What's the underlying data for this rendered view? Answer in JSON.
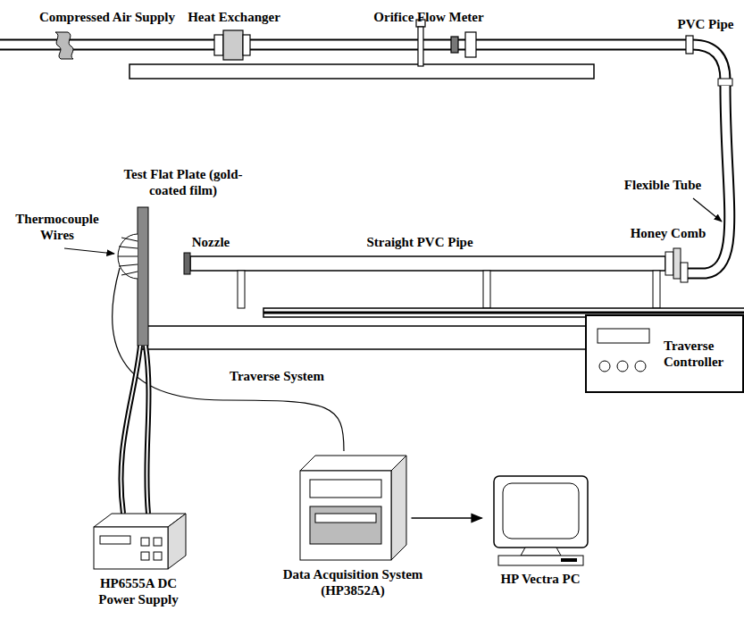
{
  "diagram": {
    "nodes": [
      {
        "text": [
          "Traverse Controller"
        ]
      },
      {
        "text": [
          "HP6555A DC Power Supply"
        ]
      },
      {
        "text": [
          "Data Acquisition System (HP3852A)"
        ]
      },
      {
        "text": [
          "HP Vectra PC"
        ]
      }
    ],
    "edges": [
      {
        "from": 2,
        "to": 3,
        "arrow": "to"
      }
    ],
    "labels": [
      "Compressed Air Supply",
      "Heat Exchanger",
      "Orifice Flow Meter",
      "PVC Pipe",
      "Flexible Tube",
      "Test Flat Plate (gold-coated film)",
      "Thermocouple Wires",
      "Nozzle",
      "Straight PVC Pipe",
      "Honey Comb",
      "Traverse System"
    ]
  }
}
